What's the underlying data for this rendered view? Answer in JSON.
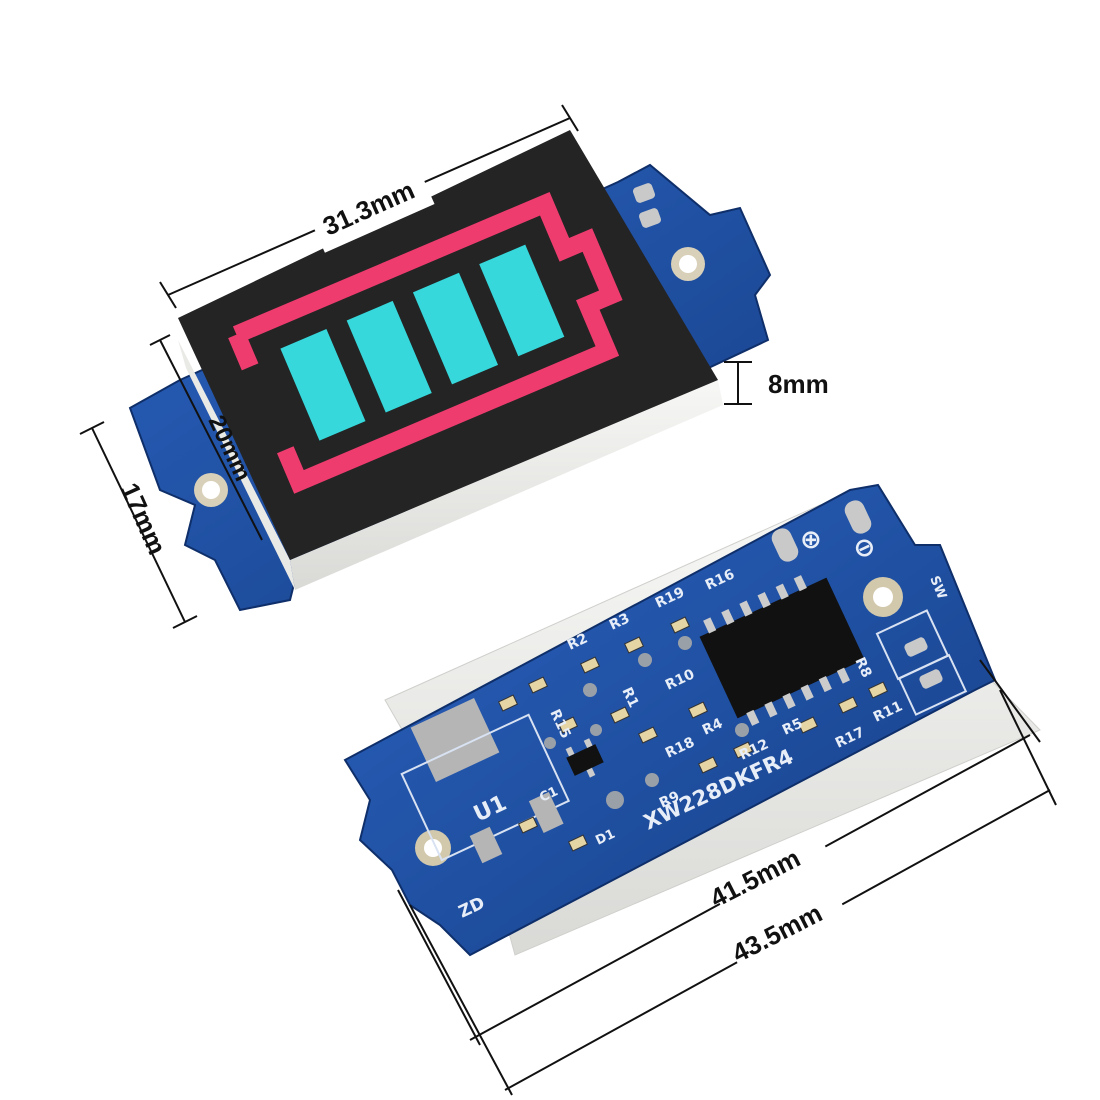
{
  "dimensions": {
    "top_length": "31.3mm",
    "pcb_width": "17mm",
    "display_width": "20mm",
    "height": "8mm",
    "inner_length": "41.5mm",
    "outer_length": "43.5mm"
  },
  "silkscreen": {
    "board_id": "XW228DKFR4",
    "u1": "U1",
    "zd": "ZD",
    "r_labels": [
      "R16",
      "R19",
      "R3",
      "R2",
      "R1",
      "R10",
      "R4",
      "R18",
      "R12",
      "R9",
      "R5",
      "R17",
      "R11",
      "R8",
      "R15"
    ],
    "d1": "D1",
    "c1": "C1",
    "sw": "SW",
    "plus": "⊕",
    "minus": "⊖"
  },
  "battery_display": {
    "bars_lit": 4,
    "bars_total": 4
  },
  "colors": {
    "pcb_blue": "#1f4fa3",
    "battery_outline": "#ee3c6f",
    "bar_cyan": "#36d8dc",
    "display_face": "#222222",
    "housing": "#eeeeec"
  }
}
